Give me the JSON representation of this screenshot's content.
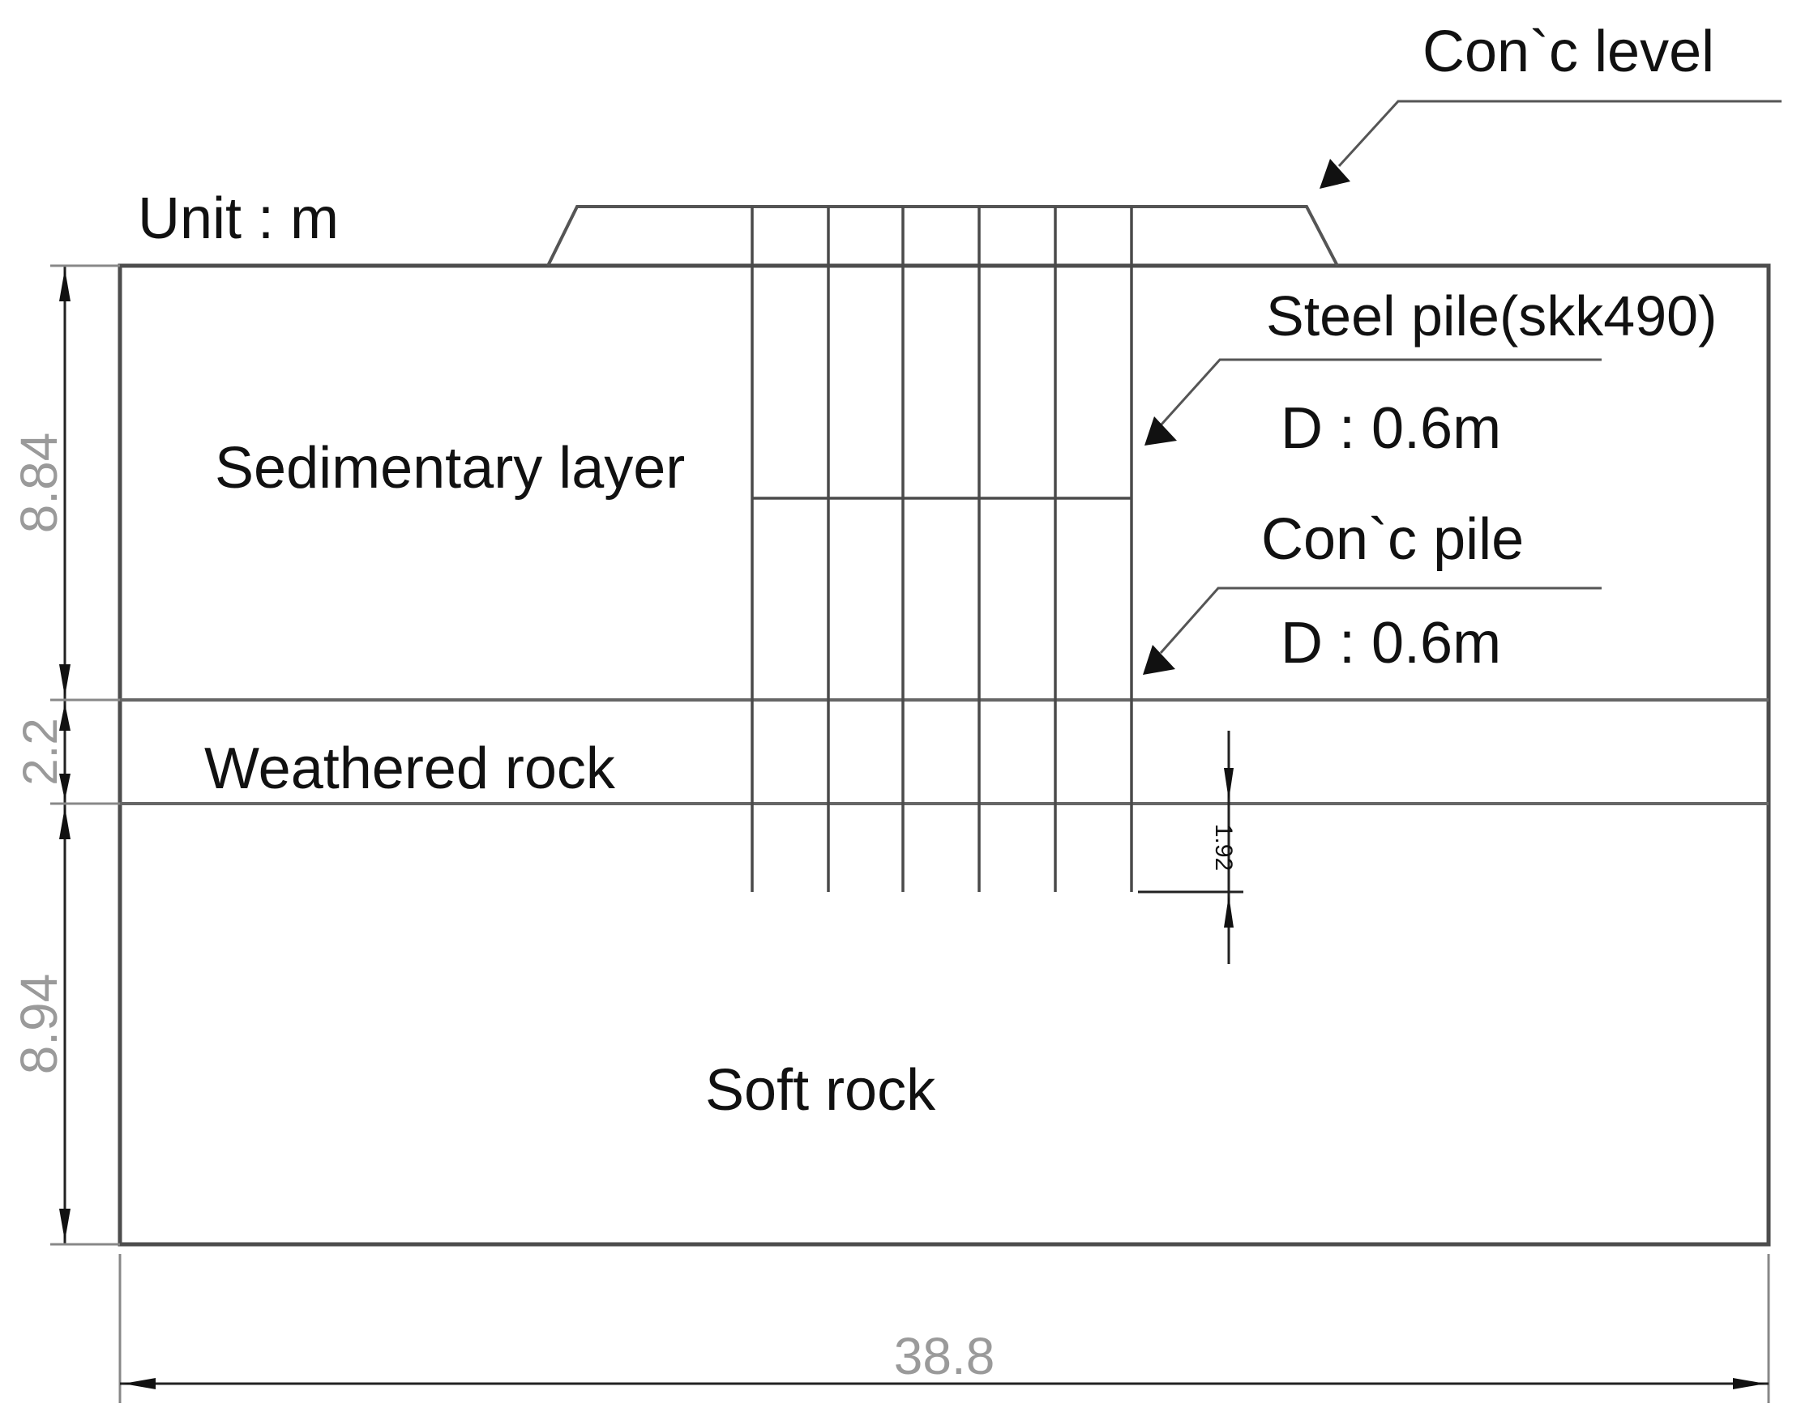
{
  "labels": {
    "unit": "Unit : m",
    "conc_level": "Con`c level",
    "steel_pile": "Steel pile(skk490)",
    "steel_pile_diameter": "D : 0.6m",
    "conc_pile": "Con`c pile",
    "conc_pile_diameter": "D : 0.6m",
    "sedimentary_layer": "Sedimentary layer",
    "weathered_rock": "Weathered rock",
    "soft_rock": "Soft rock"
  },
  "dimensions": {
    "sedimentary_thickness": "8.84",
    "weathered_thickness": "2.2",
    "soft_rock_thickness": "8.94",
    "total_width": "38.8",
    "pile_embedment": "1.92"
  }
}
